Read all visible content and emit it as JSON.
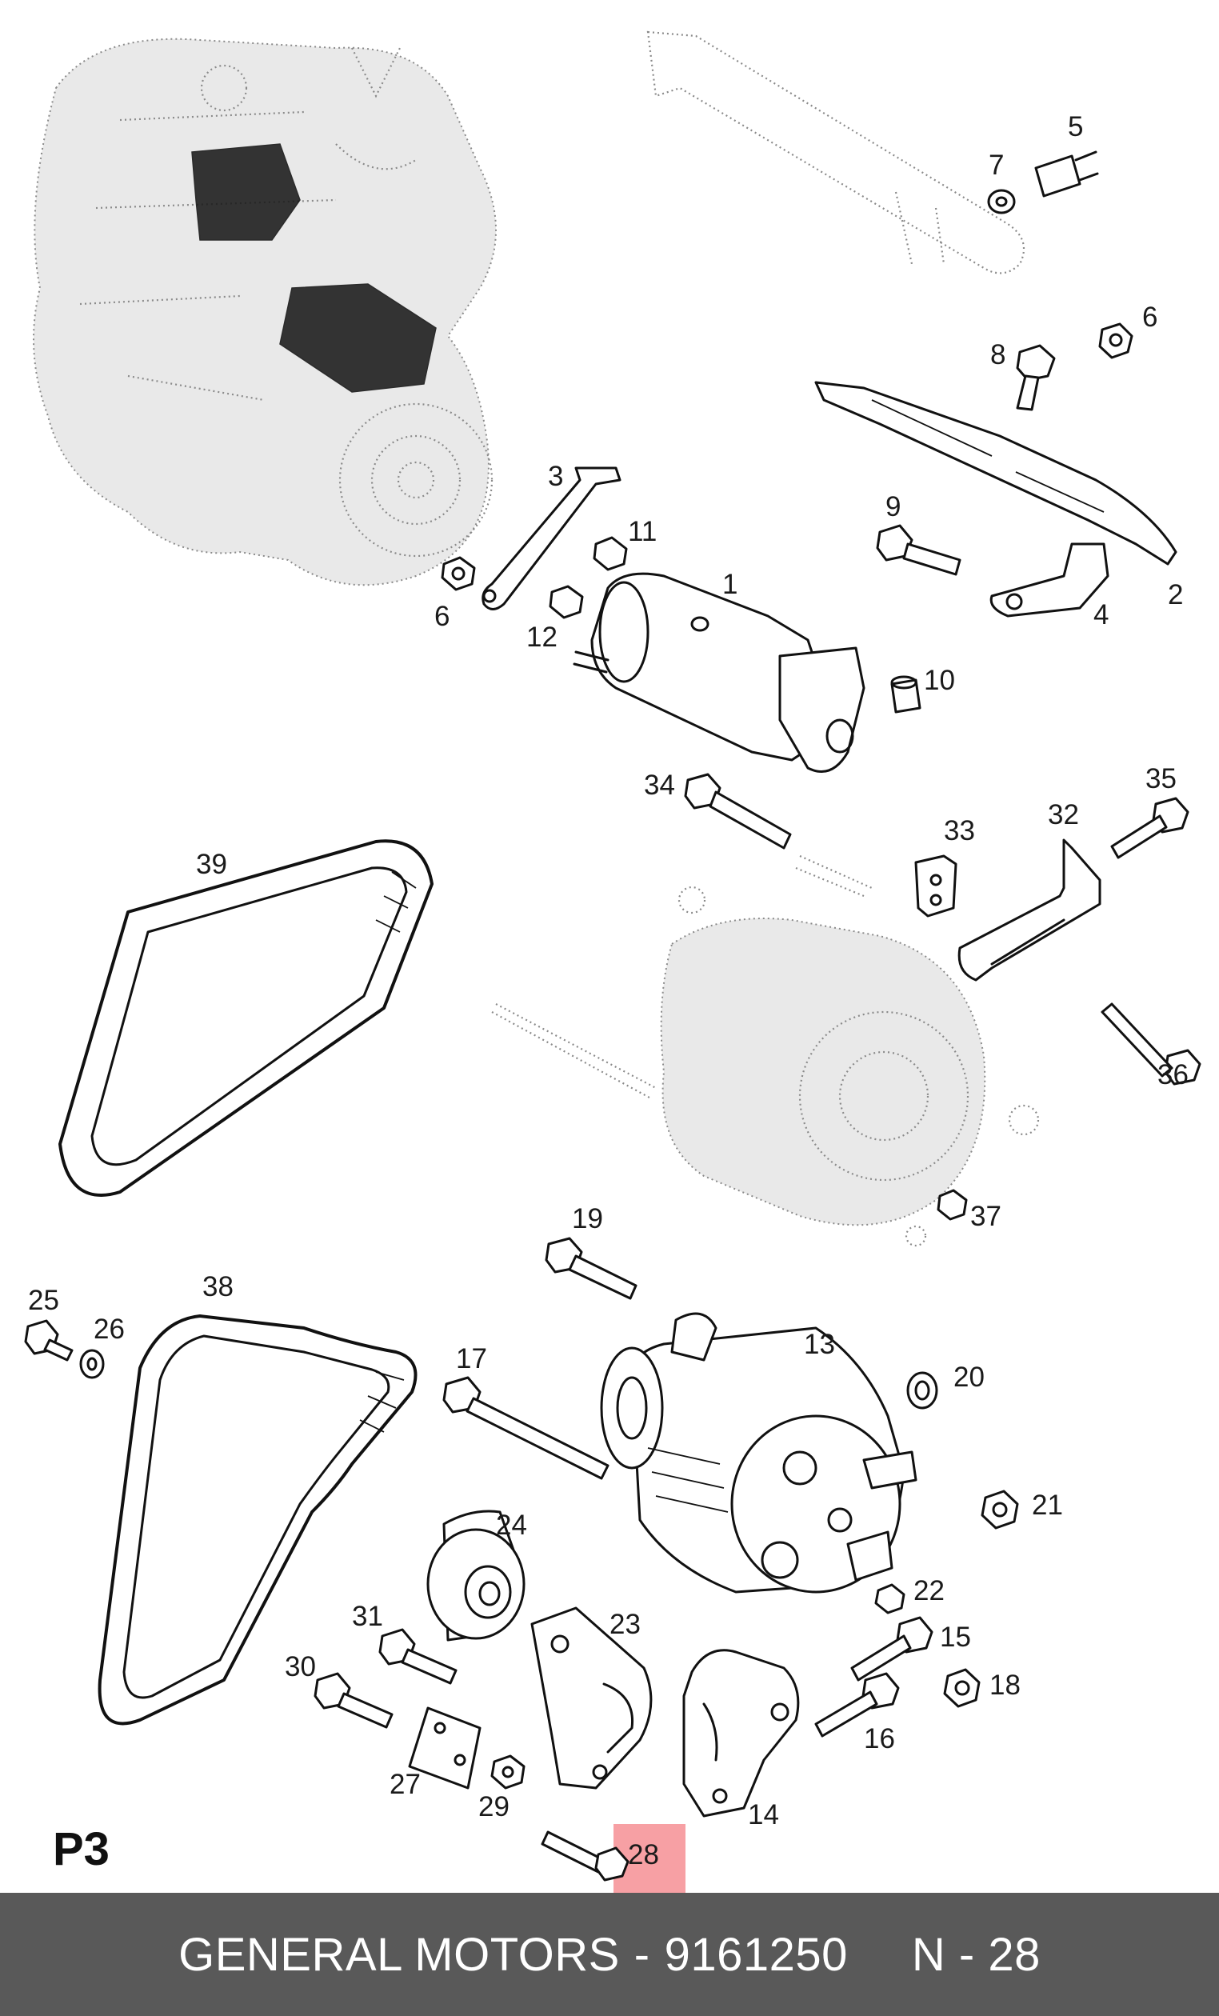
{
  "page_label": "P3",
  "footer": {
    "brand": "GENERAL MOTORS",
    "separator": "-",
    "part_number": "9161250",
    "ref_label": "N - 28"
  },
  "highlight": {
    "callout": "28",
    "color": "#f7a0a4"
  },
  "callouts": [
    "1",
    "2",
    "3",
    "4",
    "5",
    "6",
    "6",
    "7",
    "8",
    "9",
    "10",
    "11",
    "12",
    "13",
    "14",
    "15",
    "16",
    "17",
    "18",
    "19",
    "20",
    "21",
    "22",
    "23",
    "24",
    "25",
    "26",
    "27",
    "28",
    "29",
    "30",
    "31",
    "32",
    "33",
    "34",
    "35",
    "36",
    "37",
    "38",
    "39"
  ]
}
